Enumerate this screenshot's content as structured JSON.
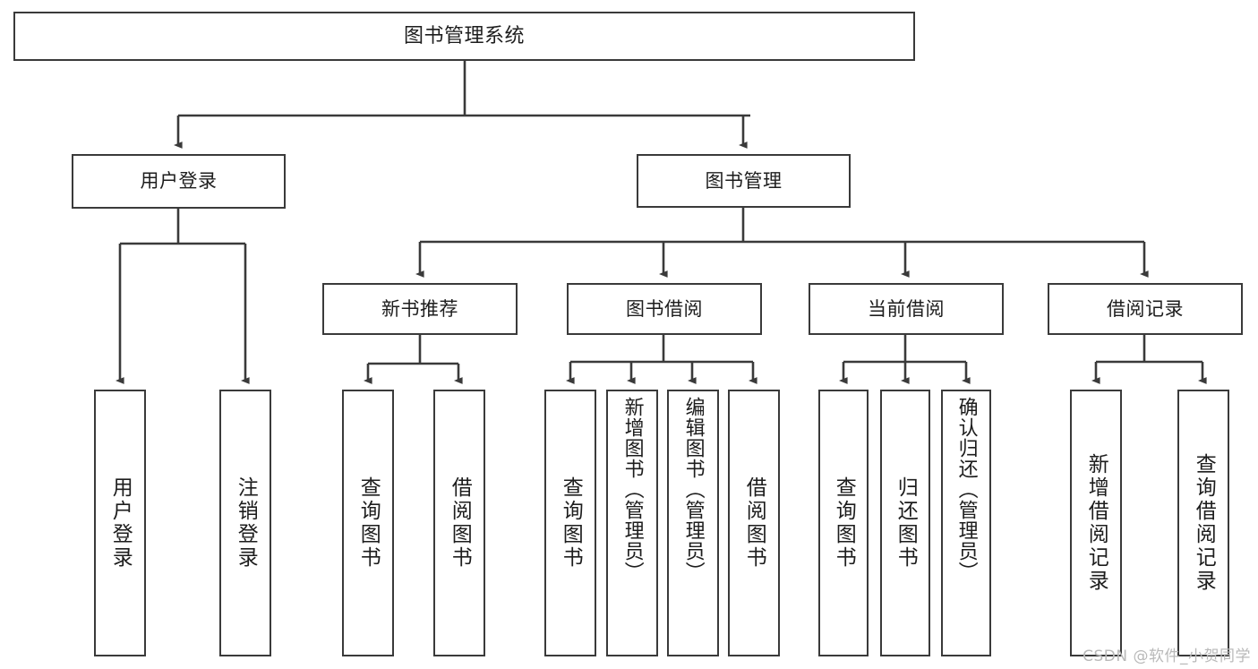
{
  "diagram": {
    "title": "图书管理系统",
    "type": "tree-structure-chart",
    "root": {
      "label": "图书管理系统"
    },
    "level2": [
      {
        "label": "用户登录"
      },
      {
        "label": "图书管理"
      }
    ],
    "level3": [
      {
        "label": "新书推荐"
      },
      {
        "label": "图书借阅"
      },
      {
        "label": "当前借阅"
      },
      {
        "label": "借阅记录"
      }
    ],
    "leaves": {
      "user_login": [
        {
          "label": "用户登录"
        },
        {
          "label": "注销登录"
        }
      ],
      "new_book_recommend": [
        {
          "label": "查询图书"
        },
        {
          "label": "借阅图书"
        }
      ],
      "book_borrow": [
        {
          "label": "查询图书"
        },
        {
          "label": "新增图书（管理员）"
        },
        {
          "label": "编辑图书（管理员）"
        },
        {
          "label": "借阅图书"
        }
      ],
      "current_borrow": [
        {
          "label": "查询图书"
        },
        {
          "label": "归还图书"
        },
        {
          "label": "确认归还（管理员）"
        }
      ],
      "borrow_record": [
        {
          "label": "新增借阅记录"
        },
        {
          "label": "查询借阅记录"
        }
      ]
    },
    "watermark": "CSDN @软件_小贺同学",
    "colors": {
      "stroke": "#3a3a3a",
      "background": "#ffffff",
      "text": "#1d1d1d",
      "watermark": "#b9b9b9"
    }
  }
}
